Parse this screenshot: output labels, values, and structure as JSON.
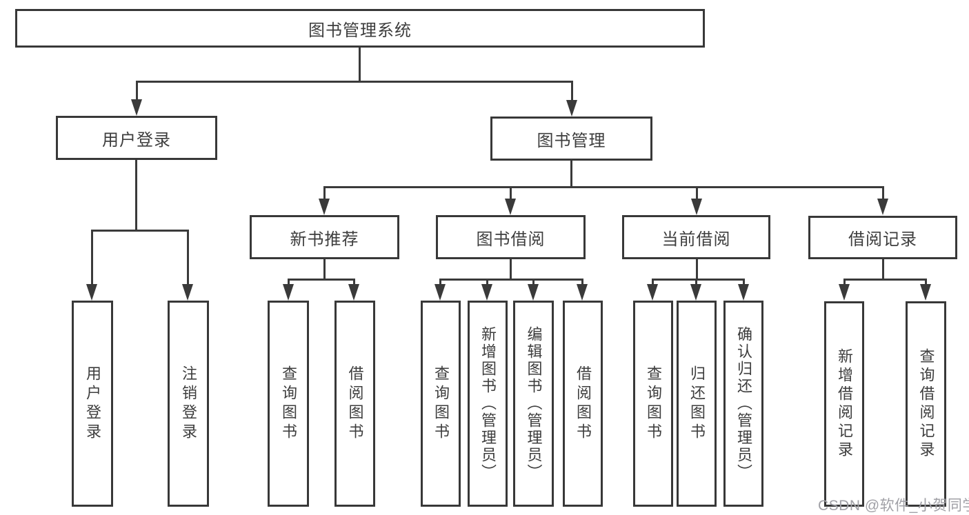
{
  "diagram": {
    "title": "图书管理系统",
    "accent_colors": {
      "line": "#3a3a3a",
      "border": "#383838",
      "text": "#3d3d3d",
      "watermark": "#a0a0a6"
    },
    "nodes": {
      "root": "图书管理系统",
      "user_login": "用户登录",
      "book_mgmt": "图书管理",
      "new_book_rec": "新书推荐",
      "book_borrow": "图书借阅",
      "current_borrow": "当前借阅",
      "borrow_records": "借阅记录",
      "leaf_user_login": "用户登录",
      "leaf_logout": "注销登录",
      "leaf_query_book_1": "查询图书",
      "leaf_borrow_book_1": "借阅图书",
      "leaf_query_book_2": "查询图书",
      "leaf_add_book_admin": "新增图书（管理员）",
      "leaf_edit_book_admin": "编辑图书（管理员）",
      "leaf_borrow_book_2": "借阅图书",
      "leaf_query_book_3": "查询图书",
      "leaf_return_book": "归还图书",
      "leaf_confirm_return_admin": "确认归还（管理员）",
      "leaf_add_borrow_record": "新增借阅记录",
      "leaf_query_borrow_record": "查询借阅记录"
    },
    "edges": [
      "图书管理系统→用户登录",
      "图书管理系统→图书管理",
      "用户登录→用户登录",
      "用户登录→注销登录",
      "图书管理→新书推荐",
      "图书管理→图书借阅",
      "图书管理→当前借阅",
      "图书管理→借阅记录",
      "新书推荐→查询图书",
      "新书推荐→借阅图书",
      "图书借阅→查询图书",
      "图书借阅→新增图书（管理员）",
      "图书借阅→编辑图书（管理员）",
      "图书借阅→借阅图书",
      "当前借阅→查询图书",
      "当前借阅→归还图书",
      "当前借阅→确认归还（管理员）",
      "借阅记录→新增借阅记录",
      "借阅记录→查询借阅记录"
    ]
  },
  "watermark": "CSDN @软件_小贺同学"
}
